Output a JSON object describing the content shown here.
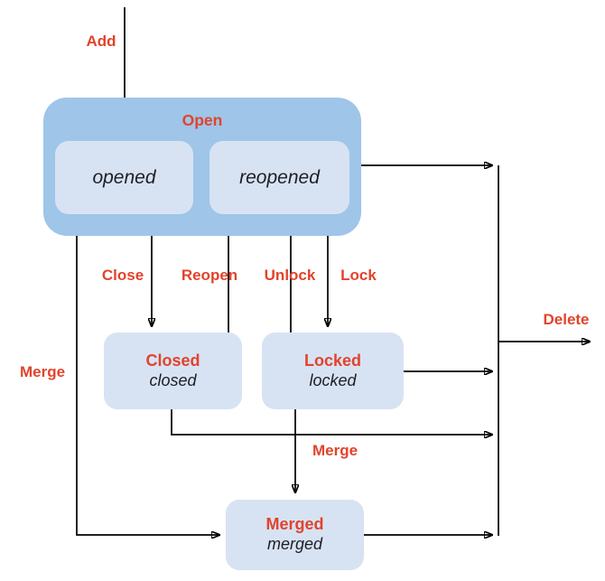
{
  "colors": {
    "group_fill": "#9FC5E8",
    "state_fill": "#D7E3F3",
    "label_red": "#E2432C",
    "text_dark": "#1F1E24",
    "edge_line": "#000000"
  },
  "diagram": {
    "open_group": {
      "title": "Open",
      "substates": [
        {
          "name": "opened"
        },
        {
          "name": "reopened"
        }
      ]
    },
    "states": [
      {
        "title": "Closed",
        "subtitle": "closed"
      },
      {
        "title": "Locked",
        "subtitle": "locked"
      },
      {
        "title": "Merged",
        "subtitle": "merged"
      }
    ],
    "edges": {
      "add": "Add",
      "close": "Close",
      "reopen": "Reopen",
      "unlock": "Unlock",
      "lock": "Lock",
      "merge_left": "Merge",
      "merge_center": "Merge",
      "delete": "Delete"
    }
  }
}
